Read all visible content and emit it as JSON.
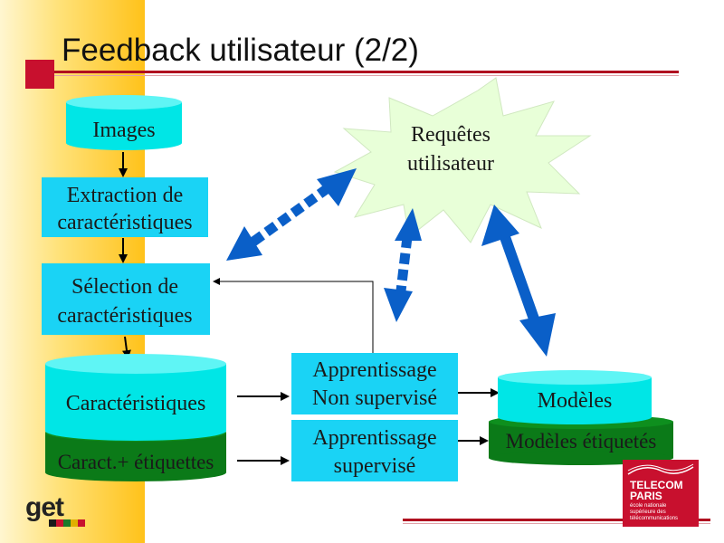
{
  "slide": {
    "title": "Feedback utilisateur (2/2)"
  },
  "nodes": {
    "images": "Images",
    "extraction": [
      "Extraction de",
      "caractéristiques"
    ],
    "selection": [
      "Sélection de",
      "caractéristiques"
    ],
    "caracteristiques": "Caractéristiques",
    "caract_etiquettes": "Caract.+ étiquettes",
    "requetes": [
      "Requêtes",
      "utilisateur"
    ],
    "apprentissage_non_supervise": [
      "Apprentissage",
      "Non supervisé"
    ],
    "apprentissage_supervise": [
      "Apprentissage",
      "supervisé"
    ],
    "modeles": "Modèles",
    "modeles_etiquetes": "Modèles étiquetés"
  },
  "logos": {
    "get": "get",
    "telecom_name": [
      "TELECOM",
      "PARIS"
    ],
    "telecom_sub": [
      "école nationale",
      "supérieure des",
      "télécommunications"
    ]
  },
  "colors": {
    "cyan": "#00e6e6",
    "cyan_box": "#1ad3f5",
    "dark_green": "#0b7a18",
    "star_fill": "#e8ffd8",
    "blue_arrow": "#0a5fc8",
    "red_accent": "#c8102e"
  }
}
